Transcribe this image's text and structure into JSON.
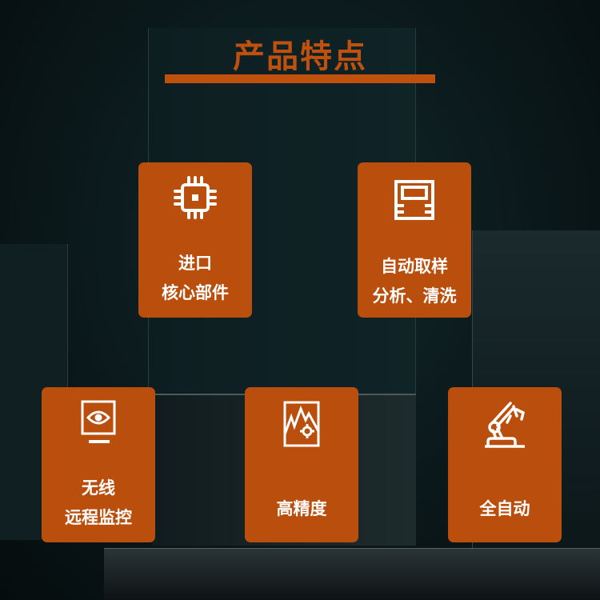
{
  "title": "产品特点",
  "accent_color": "#ba4e0c",
  "features": [
    {
      "icon": "chip-icon",
      "lines": [
        "进口",
        "核心部件"
      ]
    },
    {
      "icon": "control-panel-icon",
      "lines": [
        "自动取样",
        "分析、清洗"
      ]
    },
    {
      "icon": "monitor-eye-icon",
      "lines": [
        "无线",
        "远程监控"
      ]
    },
    {
      "icon": "mountain-target-icon",
      "lines": [
        "高精度"
      ]
    },
    {
      "icon": "robot-arm-icon",
      "lines": [
        "全自动"
      ]
    }
  ]
}
